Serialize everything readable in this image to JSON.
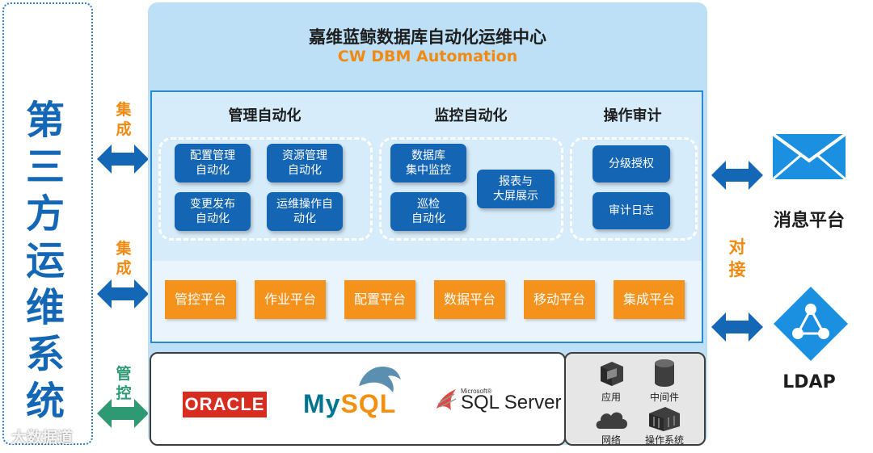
{
  "left_system": {
    "title": "第三方运维系统"
  },
  "connectors": {
    "top": "集成",
    "middle": "集成",
    "bottom": "管控",
    "right": "对接"
  },
  "main": {
    "title": "嘉维蓝鲸数据库自动化运维中心",
    "subtitle": "CW DBM Automation"
  },
  "sections": {
    "management": {
      "title": "管理自动化",
      "items": [
        "配置管理\n自动化",
        "资源管理\n自动化",
        "变更发布\n自动化",
        "运维操作自\n动化"
      ]
    },
    "monitoring": {
      "title": "监控自动化",
      "items": [
        "数据库\n集中监控",
        "巡检\n自动化",
        "报表与\n大屏展示"
      ]
    },
    "audit": {
      "title": "操作审计",
      "items": [
        "分级授权",
        "审计日志"
      ]
    }
  },
  "platforms": [
    "管控平台",
    "作业平台",
    "配置平台",
    "数据平台",
    "移动平台",
    "集成平台"
  ],
  "databases": {
    "oracle": "ORACLE",
    "mysql_my": "My",
    "mysql_sql": "SQL",
    "ms_small": "Microsoft®",
    "sqlserver": "SQL Server"
  },
  "infra": [
    "应用",
    "中间件",
    "网络",
    "操作系统"
  ],
  "right": {
    "message_platform": "消息平台",
    "ldap": "LDAP"
  },
  "watermark": "大数据道",
  "colors": {
    "blue_dark": "#1565b5",
    "orange": "#f5921b",
    "green": "#2e9a73",
    "panel_bg": "#bde0f6",
    "accent_blue": "#1b8fe0"
  },
  "icons": [
    "envelope-icon",
    "ldap-network-icon",
    "mysql-dolphin-icon",
    "sqlserver-logo-icon",
    "app-icon",
    "middleware-icon",
    "cloud-network-icon",
    "os-icon"
  ]
}
